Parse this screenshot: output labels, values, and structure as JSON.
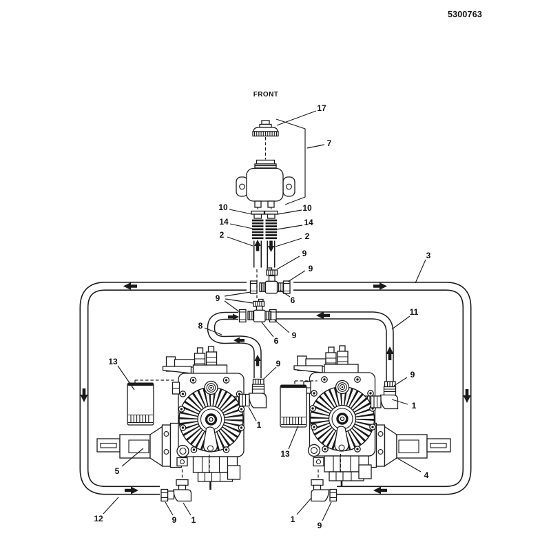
{
  "diagram": {
    "part_number": "5300763",
    "front_label": "FRONT",
    "type": "hydraulic-drive-parts-diagram",
    "style": {
      "line_color": "#1a1a1a",
      "background": "#ffffff",
      "text_color": "#111111"
    }
  },
  "callouts": [
    {
      "label": "17",
      "points_to": "reservoir-cap"
    },
    {
      "label": "7",
      "points_to": "reservoir-assembly"
    },
    {
      "label": "10",
      "points_to": "left-outlet-fitting"
    },
    {
      "label": "10",
      "points_to": "right-outlet-fitting"
    },
    {
      "label": "14",
      "points_to": "left-spring"
    },
    {
      "label": "14",
      "points_to": "right-spring"
    },
    {
      "label": "2",
      "points_to": "left-reservoir-hose"
    },
    {
      "label": "2",
      "points_to": "right-reservoir-hose"
    },
    {
      "label": "9",
      "points_to": "upper-tee-top-fitting"
    },
    {
      "label": "9",
      "points_to": "upper-tee-right-fitting"
    },
    {
      "label": "3",
      "points_to": "right-loop-hose"
    },
    {
      "label": "9",
      "points_to": "lower-tee-left-fittings"
    },
    {
      "label": "6",
      "points_to": "upper-tee"
    },
    {
      "label": "11",
      "points_to": "right-return-hose"
    },
    {
      "label": "8",
      "points_to": "left-return-hose"
    },
    {
      "label": "9",
      "points_to": "lower-tee-right-fitting"
    },
    {
      "label": "6",
      "points_to": "lower-tee"
    },
    {
      "label": "9",
      "points_to": "left-elbow-washer"
    },
    {
      "label": "13",
      "points_to": "left-oil-filter"
    },
    {
      "label": "9",
      "points_to": "right-elbow-washer"
    },
    {
      "label": "1",
      "points_to": "left-top-elbow"
    },
    {
      "label": "1",
      "points_to": "right-top-elbow"
    },
    {
      "label": "13",
      "points_to": "right-oil-filter"
    },
    {
      "label": "5",
      "points_to": "left-transaxle"
    },
    {
      "label": "4",
      "points_to": "right-transaxle"
    },
    {
      "label": "12",
      "points_to": "bottom-left-hose"
    },
    {
      "label": "9",
      "points_to": "bottom-left-washer"
    },
    {
      "label": "1",
      "points_to": "bottom-left-elbow"
    },
    {
      "label": "1",
      "points_to": "bottom-right-elbow"
    },
    {
      "label": "9",
      "points_to": "bottom-right-washer"
    }
  ]
}
